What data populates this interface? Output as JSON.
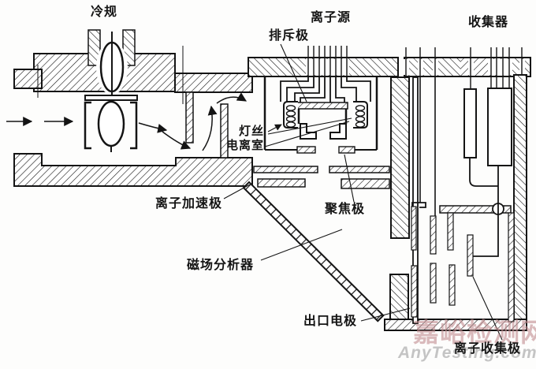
{
  "figure": {
    "kind": "mass-spectrometer vacuum schematic, scanned line drawing"
  },
  "labels": {
    "cold_gauge": "冷规",
    "ion_source": "离子源",
    "repeller": "排斥极",
    "collector": "收集器",
    "filament": "灯丝",
    "ionization_chamber": "电离室",
    "ion_accelerator": "离子加速极",
    "focusing_electrode": "聚焦极",
    "magnetic_analyzer": "磁场分析器",
    "exit_electrode": "出口电极",
    "ion_collector": "离子收集极"
  },
  "watermark": {
    "site_name": "嘉峪检测网",
    "site_url": "AnyTesting.com"
  },
  "colors": {
    "ink": "#141414",
    "background": "#fdfdfc",
    "watermark_pink": "#c18c90",
    "watermark_grey": "#969696"
  }
}
